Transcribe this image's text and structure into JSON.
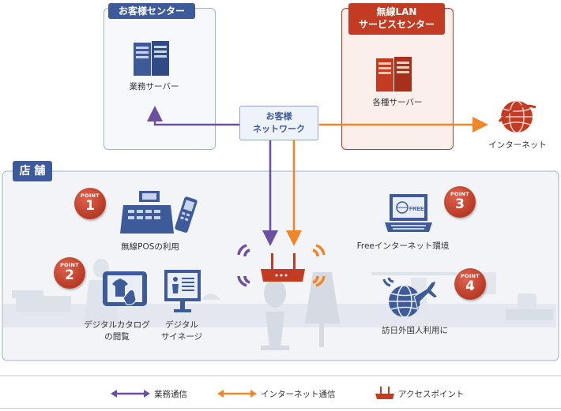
{
  "customer_center": {
    "title": "お客様センター",
    "server_label": "業務サーバー"
  },
  "wireless_center": {
    "title_line1": "無線LAN",
    "title_line2": "サービスセンター",
    "server_label": "各種サーバー"
  },
  "internet": {
    "label": "インターネット"
  },
  "customer_network": {
    "line1": "お客様",
    "line2": "ネットワーク"
  },
  "store": {
    "title": "店 舗"
  },
  "points": [
    {
      "word": "POINT",
      "number": "1",
      "label": "無線POSの利用"
    },
    {
      "word": "POINT",
      "number": "2",
      "label_line1": "デジタルカタログ",
      "label_line2": "の閲覧"
    },
    {
      "word": "POINT",
      "number": "3",
      "label": "Freeインターネット環境"
    },
    {
      "word": "POINT",
      "number": "4",
      "label": "訪日外国人利用に"
    }
  ],
  "signage": {
    "line1": "デジタル",
    "line2": "サイネージ"
  },
  "laptop_badge": "FREE",
  "legend": {
    "business": "業務通信",
    "internet": "インターネット通信",
    "access_point": "アクセスポイント"
  },
  "colors": {
    "business": "#6b4fa0",
    "internet": "#f0862a",
    "red": "#c23b22",
    "navy": "#3d5a99",
    "store_border": "#9fb3d0"
  }
}
